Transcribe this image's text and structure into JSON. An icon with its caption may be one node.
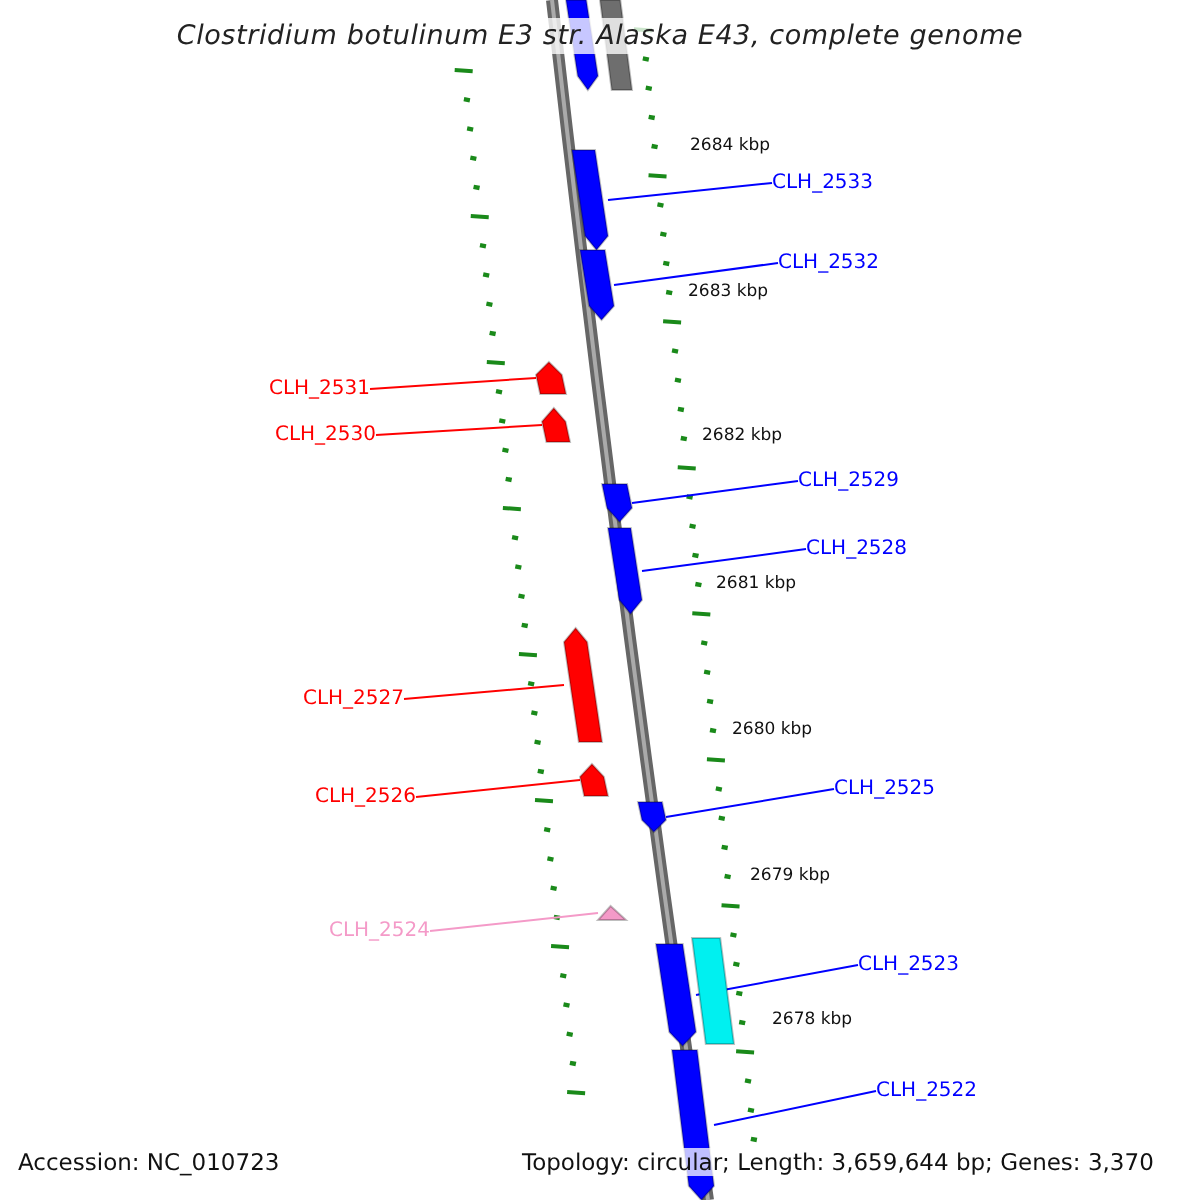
{
  "diagram": {
    "title": "Clostridium botulinum E3 str. Alaska E43, complete genome",
    "nodes": [
      {
        "text": [
          "CLH_2533"
        ]
      },
      {
        "text": [
          "CLH_2532"
        ]
      },
      {
        "text": [
          "CLH_2531"
        ]
      },
      {
        "text": [
          "CLH_2530"
        ]
      },
      {
        "text": [
          "CLH_2529"
        ]
      },
      {
        "text": [
          "CLH_2528"
        ]
      },
      {
        "text": [
          "CLH_2527"
        ]
      },
      {
        "text": [
          "CLH_2526"
        ]
      },
      {
        "text": [
          "CLH_2525"
        ]
      },
      {
        "text": [
          "CLH_2524"
        ]
      },
      {
        "text": [
          "CLH_2523"
        ]
      },
      {
        "text": [
          "CLH_2522"
        ]
      },
      {
        "text": [],
        "shape": "bar"
      },
      {
        "text": [],
        "shape": "bar"
      },
      {
        "text": [],
        "shape": "bar"
      },
      {
        "text": [],
        "shape": "bar"
      },
      {
        "text": [],
        "shape": "bar"
      },
      {
        "text": [],
        "shape": "bar"
      },
      {
        "text": [],
        "shape": "bar"
      },
      {
        "text": [],
        "shape": "bar"
      },
      {
        "text": [],
        "shape": "bar"
      },
      {
        "text": [],
        "shape": "bar"
      },
      {
        "text": [],
        "shape": "bar"
      },
      {
        "text": [],
        "shape": "bar"
      },
      {
        "text": [],
        "shape": "bar"
      },
      {
        "text": [],
        "shape": "bar"
      },
      {
        "text": [],
        "shape": "bar"
      }
    ],
    "edges": [
      {
        "from": 0,
        "to": 14,
        "arrow": "none"
      },
      {
        "from": 1,
        "to": 15,
        "arrow": "none"
      },
      {
        "from": 2,
        "to": 16,
        "arrow": "none",
        "color": "#ff0000"
      },
      {
        "from": 3,
        "to": 17,
        "arrow": "none",
        "color": "#ff0000"
      },
      {
        "from": 4,
        "to": 18,
        "arrow": "none"
      },
      {
        "from": 5,
        "to": 19,
        "arrow": "none"
      },
      {
        "from": 6,
        "to": 20,
        "arrow": "none",
        "color": "#ff0000"
      },
      {
        "from": 7,
        "to": 21,
        "arrow": "none",
        "color": "#ff0000"
      },
      {
        "from": 8,
        "to": 22,
        "arrow": "none"
      },
      {
        "from": 9,
        "to": 23,
        "arrow": "none",
        "color": "#f49ac8"
      },
      {
        "from": 10,
        "to": 24,
        "arrow": "none"
      },
      {
        "from": 11,
        "to": 26,
        "arrow": "none"
      }
    ],
    "labels": [
      "2684 kbp",
      "2683 kbp",
      "2682 kbp",
      "2681 kbp",
      "2680 kbp",
      "2679 kbp",
      "2678 kbp",
      "Accession: NC_010723",
      "Topology: circular; Length: 3,659,644 bp; Genes: 3,370"
    ]
  }
}
